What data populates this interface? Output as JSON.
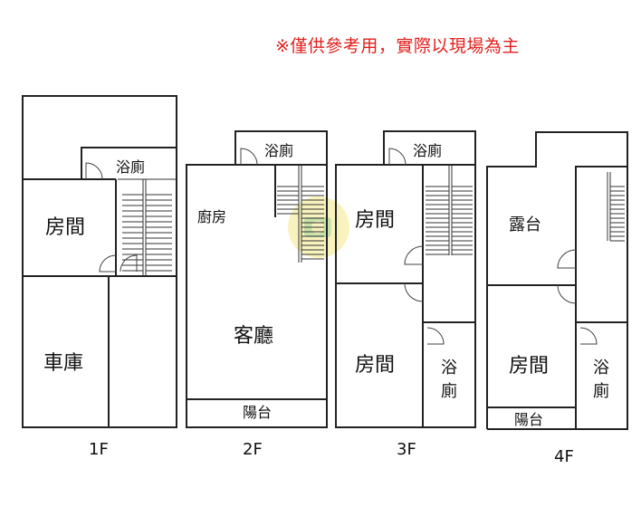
{
  "disclaimer": "※僅供參考用，實際以現場為主",
  "floors": [
    {
      "label": "1F",
      "rooms": {
        "bath": "浴廁",
        "bedroom": "房間",
        "garage": "車庫"
      }
    },
    {
      "label": "2F",
      "rooms": {
        "bath": "浴廁",
        "kitchen": "廚房",
        "living": "客廳",
        "balcony": "陽台"
      }
    },
    {
      "label": "3F",
      "rooms": {
        "bath_top": "浴廁",
        "bedroom_top": "房間",
        "bedroom_bottom": "房間",
        "bath_side_1": "浴",
        "bath_side_2": "廁"
      }
    },
    {
      "label": "4F",
      "rooms": {
        "terrace": "露台",
        "bedroom": "房間",
        "balcony": "陽台",
        "bath_side_1": "浴",
        "bath_side_2": "廁"
      }
    }
  ]
}
